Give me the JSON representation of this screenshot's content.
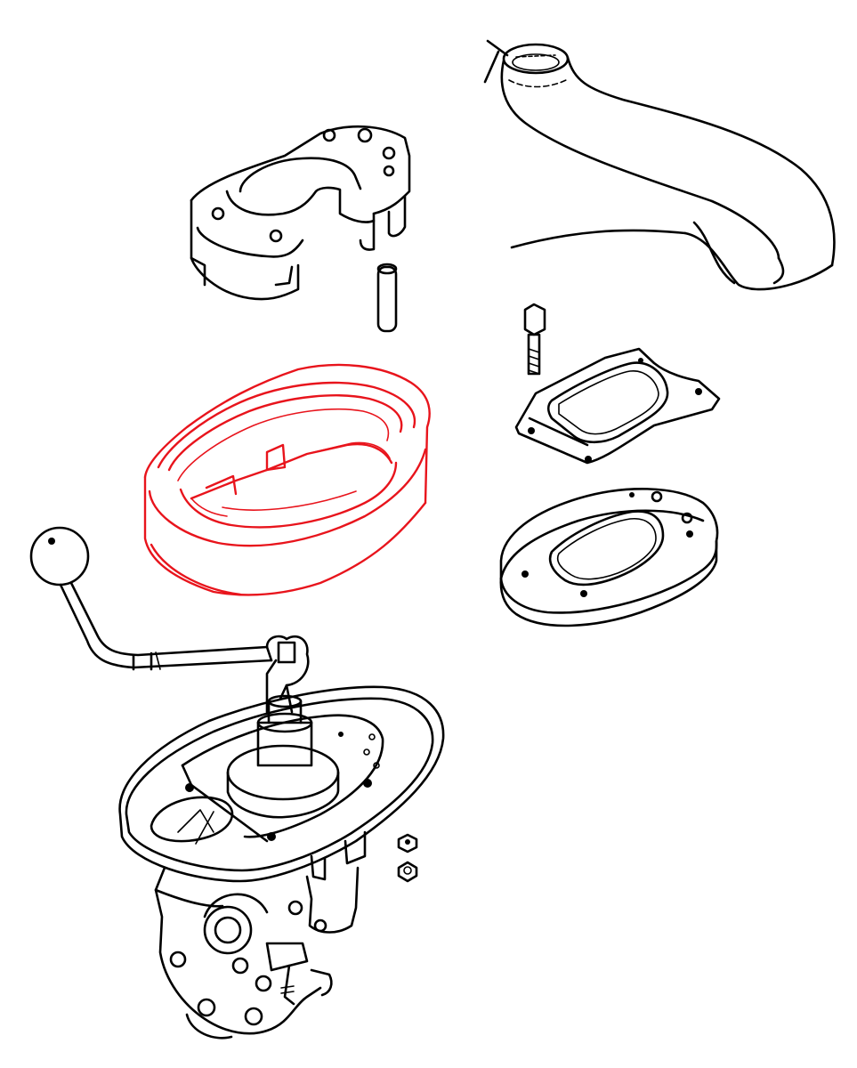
{
  "diagram": {
    "highlight_color": "#e8141c",
    "line_color": "#000000",
    "background": "#ffffff",
    "parts": [
      {
        "id": "shift-boot",
        "highlighted": false
      },
      {
        "id": "shifter-bezel",
        "highlighted": false
      },
      {
        "id": "pin",
        "highlighted": false
      },
      {
        "id": "bolt",
        "highlighted": false
      },
      {
        "id": "boot-retainer-plate",
        "highlighted": false
      },
      {
        "id": "seal-boot",
        "highlighted": true
      },
      {
        "id": "shift-boot-retainer",
        "highlighted": false
      },
      {
        "id": "shift-lever",
        "highlighted": false
      },
      {
        "id": "shifter-assembly",
        "highlighted": false
      },
      {
        "id": "nuts",
        "highlighted": false
      }
    ]
  }
}
